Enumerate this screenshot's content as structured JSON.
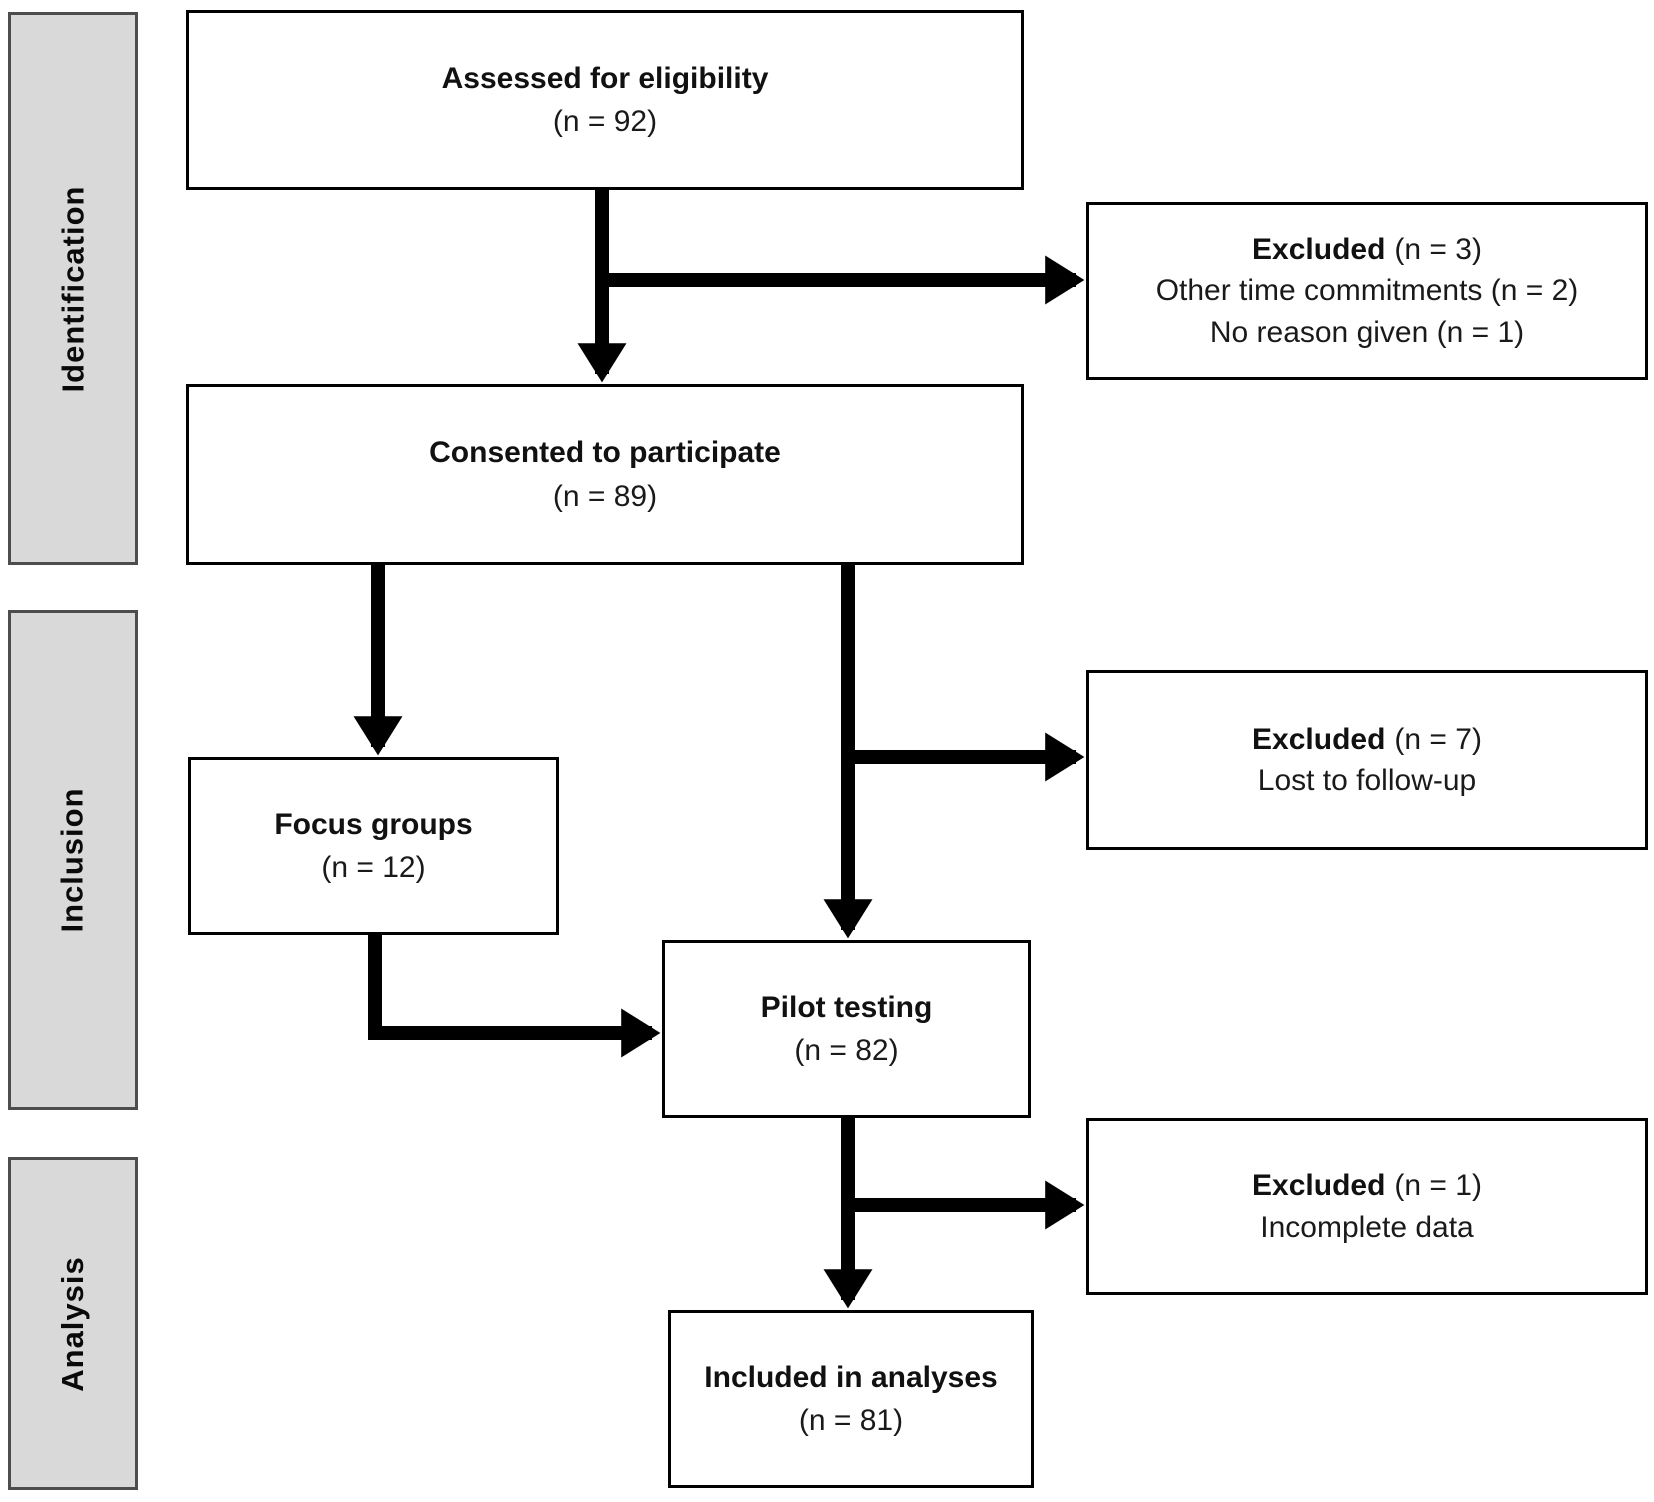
{
  "diagram": {
    "stages": [
      {
        "label": "Identification"
      },
      {
        "label": "Inclusion"
      },
      {
        "label": "Analysis"
      }
    ],
    "boxes": {
      "assessed": {
        "title": "Assessed for eligibility",
        "n": "(n = 92)"
      },
      "excluded_eligibility": {
        "title": "Excluded",
        "n": "(n = 3)",
        "reasons": [
          "Other time commitments (n = 2)",
          "No reason given (n = 1)"
        ]
      },
      "consented": {
        "title": "Consented to participate",
        "n": "(n = 89)"
      },
      "focus_groups": {
        "title": "Focus groups",
        "n": "(n = 12)"
      },
      "excluded_followup": {
        "title": "Excluded",
        "n": "(n = 7)",
        "reasons": [
          "Lost to follow-up"
        ]
      },
      "pilot": {
        "title": "Pilot testing",
        "n": "(n = 82)"
      },
      "excluded_incomplete": {
        "title": "Excluded",
        "n": "(n = 1)",
        "reasons": [
          "Incomplete data"
        ]
      },
      "included": {
        "title": "Included in analyses",
        "n": "(n = 81)"
      }
    },
    "colors": {
      "stage_fill": "#d9d9d9",
      "stage_border": "#4d4d4d",
      "box_fill": "#ffffff",
      "box_border": "#000000",
      "arrow": "#000000"
    }
  }
}
